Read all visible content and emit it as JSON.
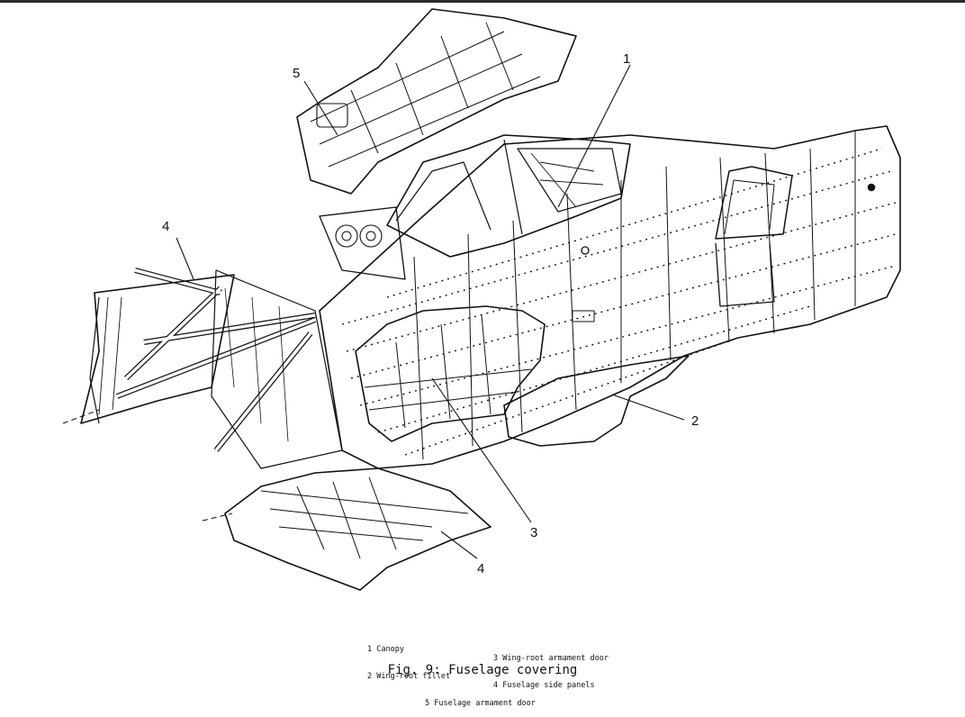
{
  "callouts": [
    {
      "id": "callout-1",
      "label": "1"
    },
    {
      "id": "callout-2",
      "label": "2"
    },
    {
      "id": "callout-3",
      "label": "3"
    },
    {
      "id": "callout-4a",
      "label": "4"
    },
    {
      "id": "callout-4b",
      "label": "4"
    },
    {
      "id": "callout-5",
      "label": "5"
    }
  ],
  "legend": {
    "item1": "1 Canopy",
    "item2": "2 Wing-root fillet",
    "item3": "3 Wing-root armament door",
    "item4": "4 Fuselage side panels",
    "item5": "5 Fuselage armament door"
  },
  "caption": "Fig. 9: Fuselage covering"
}
